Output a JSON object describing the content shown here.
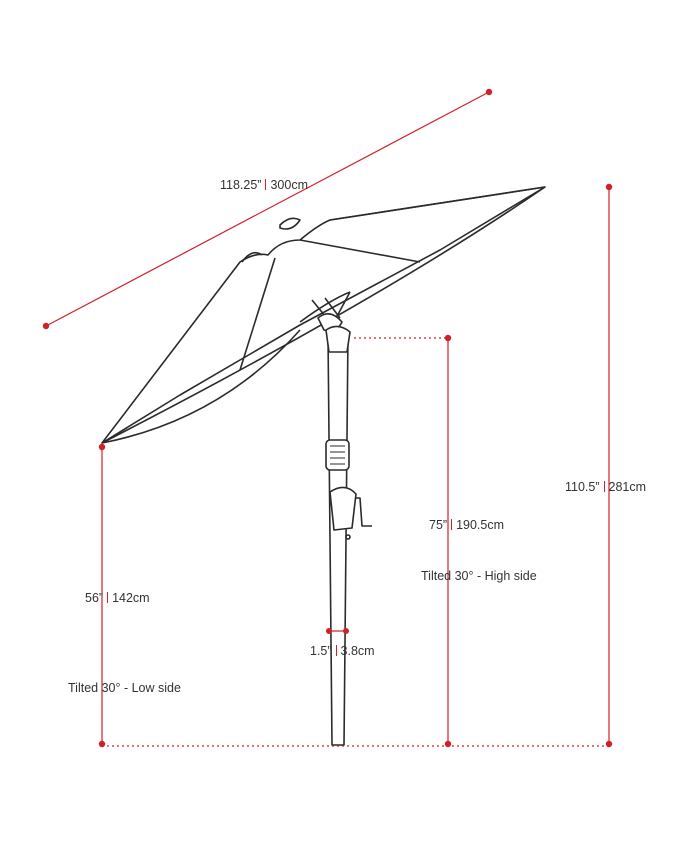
{
  "colors": {
    "line": "#2b2b2b",
    "accent": "#d0202a",
    "text": "#333333"
  },
  "dimensions": {
    "width": {
      "imperial": "118.25”",
      "metric": "300cm"
    },
    "total_height": {
      "imperial": "110.5”",
      "metric": "281cm"
    },
    "high_side": {
      "imperial": "75”",
      "metric": "190.5cm",
      "note": "Tilted 30° - High side"
    },
    "low_side": {
      "imperial": "56”",
      "metric": "142cm",
      "note": "Tilted 30° - Low side"
    },
    "pole": {
      "imperial": "1.5”",
      "metric": "3.8cm"
    }
  }
}
